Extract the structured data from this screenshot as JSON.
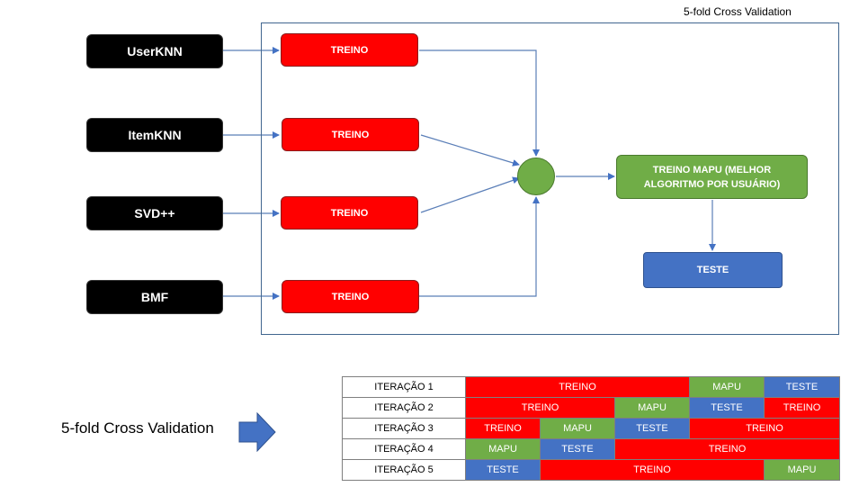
{
  "frame_title": "5-fold  Cross Validation",
  "algorithms": [
    "UserKNN",
    "ItemKNN",
    "SVD++",
    "BMF"
  ],
  "treino_label": "TREINO",
  "mapu_box_label": "TREINO MAPU (MELHOR ALGORITMO POR USUÁRIO)",
  "teste_label": "TESTE",
  "cv_label": "5-fold Cross Validation",
  "colors": {
    "treino": "#ff0000",
    "mapu": "#70ad47",
    "teste": "#4472c4",
    "algo": "#000000"
  },
  "folds": {
    "labels": [
      "ITERAÇÃO 1",
      "ITERAÇÃO 2",
      "ITERAÇÃO 3",
      "ITERAÇÃO 4",
      "ITERAÇÃO 5"
    ],
    "row1": [
      "TREINO",
      "MAPU",
      "TESTE"
    ],
    "row2": [
      "TREINO",
      "MAPU",
      "TESTE",
      "TREINO"
    ],
    "row3": [
      "TREINO",
      "MAPU",
      "TESTE",
      "TREINO"
    ],
    "row4": [
      "MAPU",
      "TESTE",
      "TREINO"
    ],
    "row5": [
      "TESTE",
      "TREINO",
      "MAPU"
    ]
  }
}
